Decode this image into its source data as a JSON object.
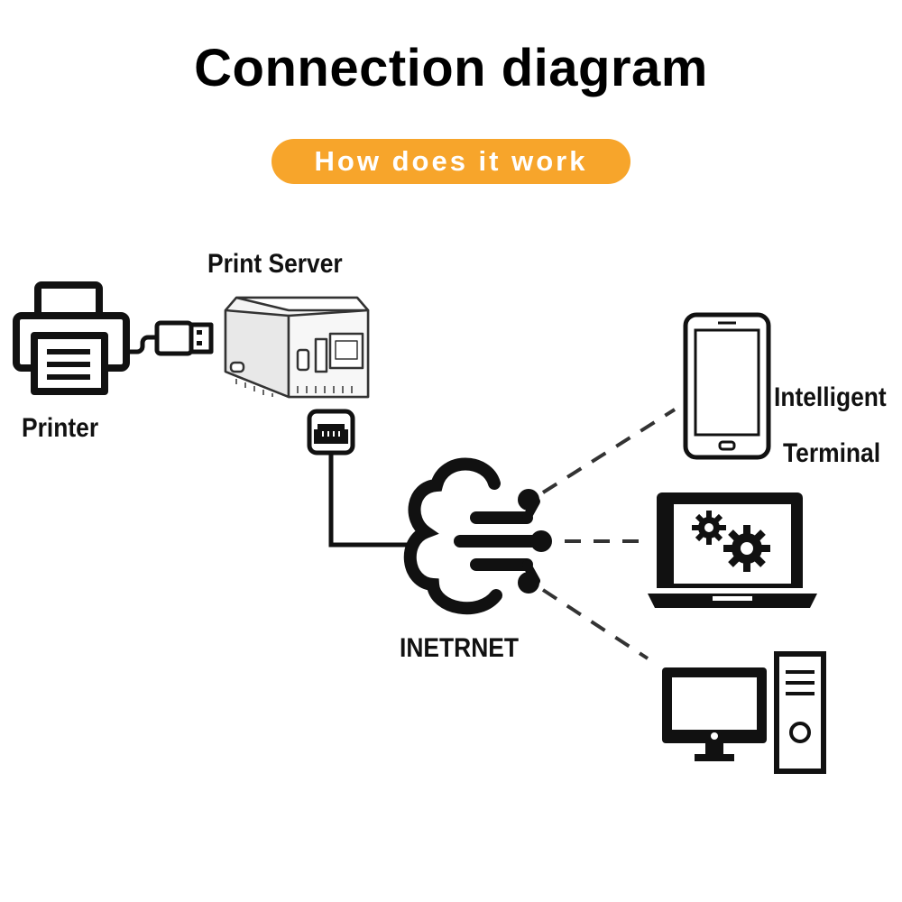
{
  "header": {
    "title": "Connection diagram",
    "subtitle": "How does it work"
  },
  "labels": {
    "printer": "Printer",
    "print_server": "Print Server",
    "internet": "INETRNET",
    "terminal_line1": "Intelligent",
    "terminal_line2": "Terminal"
  },
  "colors": {
    "accent": "#f7a52b",
    "line": "#111111"
  },
  "icons": [
    "printer-icon",
    "usb-plug-icon",
    "print-server-device-icon",
    "ethernet-port-icon",
    "cloud-network-icon",
    "smartphone-icon",
    "laptop-gears-icon",
    "desktop-computer-icon"
  ]
}
